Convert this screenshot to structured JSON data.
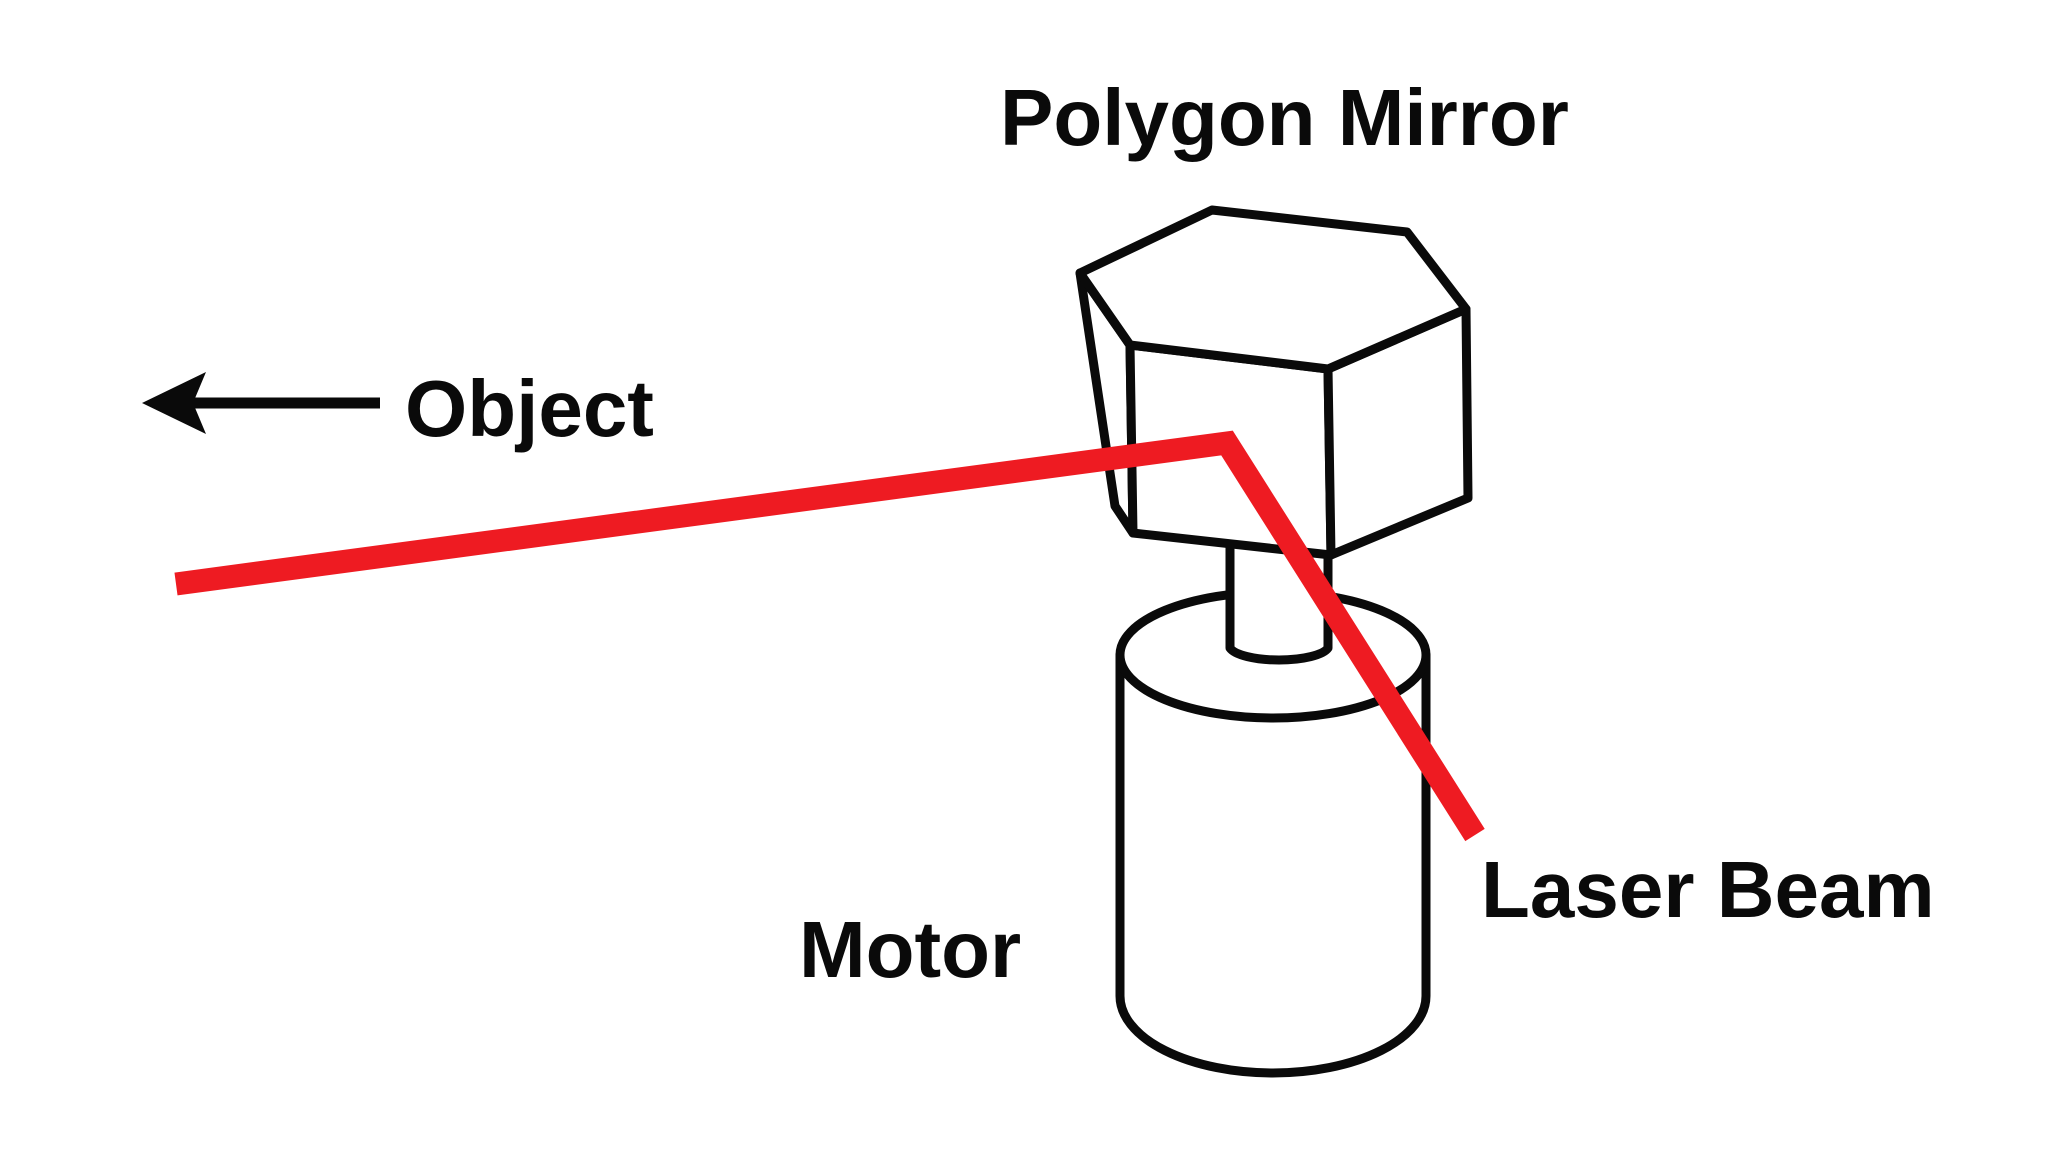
{
  "diagram": {
    "labels": {
      "polygon_mirror": "Polygon Mirror",
      "object": "Object",
      "motor": "Motor",
      "laser_beam": "Laser Beam"
    },
    "colors": {
      "laser_red": "#ee1b22",
      "line_black": "#0a0a0a",
      "text_black": "#0a0a0a",
      "background": "#ffffff"
    }
  }
}
